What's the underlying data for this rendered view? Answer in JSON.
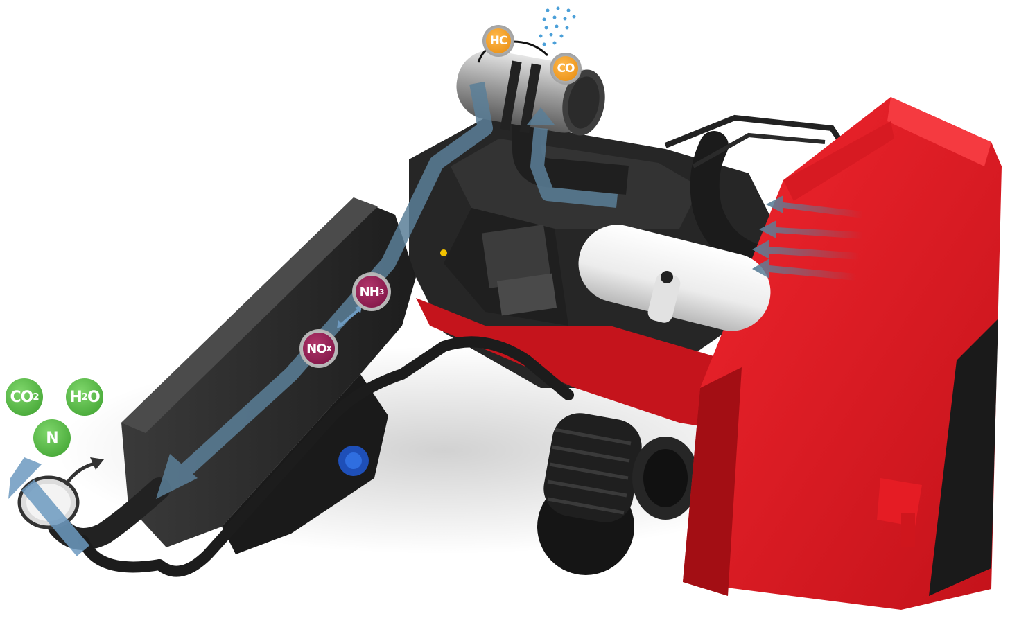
{
  "badges": {
    "hc": "HC",
    "co": "CO",
    "nh3_base": "NH",
    "nh3_sub": "3",
    "nox_base": "NO",
    "nox_sub": "X",
    "co2_base": "CO",
    "co2_sub": "2",
    "h2o_a": "H",
    "h2o_sub": "2",
    "h2o_b": "O",
    "n": "N"
  },
  "colors": {
    "machine_red": "#e81c24",
    "engine_dark": "#2a2a2a",
    "flow_arrow": "#5b7f98",
    "badge_green": "#49b13a",
    "badge_orange": "#f39a1e",
    "badge_maroon": "#8e1b4f",
    "tank_white": "#f4f4f4"
  }
}
